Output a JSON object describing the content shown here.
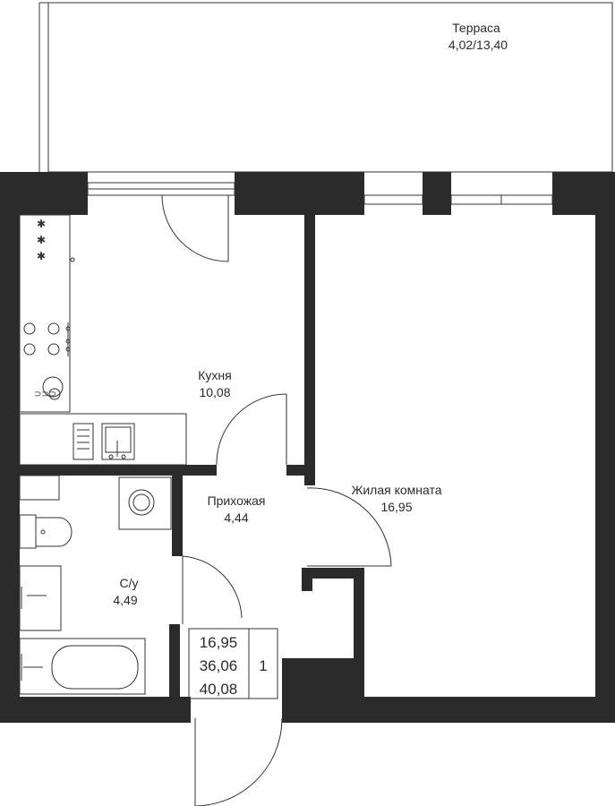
{
  "plan": {
    "rooms": {
      "terrace": {
        "name": "Терраса",
        "area": "4,02/13,40"
      },
      "kitchen": {
        "name": "Кухня",
        "area": "10,08"
      },
      "hall": {
        "name": "Прихожая",
        "area": "4,44"
      },
      "bathroom": {
        "name": "С/у",
        "area": "4,49"
      },
      "living": {
        "name": "Жилая комната",
        "area": "16,95"
      }
    },
    "summary": {
      "living_area": "16,95",
      "total_area": "36,06",
      "total_with_terrace": "40,08",
      "room_count": "1"
    },
    "colors": {
      "wall": "#2b2b2b",
      "line": "#333333",
      "background": "#ffffff"
    }
  }
}
